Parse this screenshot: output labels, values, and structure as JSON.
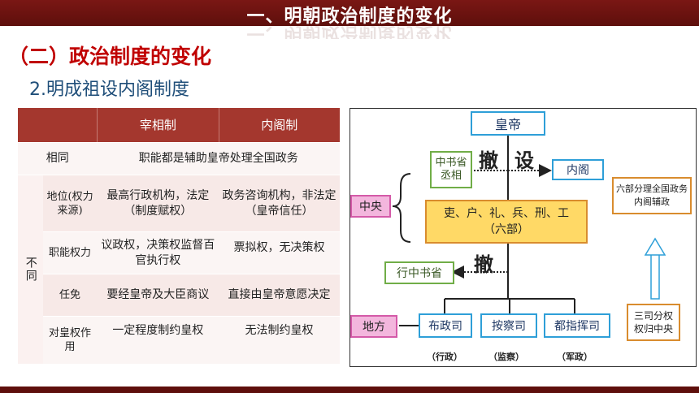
{
  "banner": {
    "title": "一、明朝政治制度的变化"
  },
  "section_title": "（二）政治制度的变化",
  "sub_title": "2.明成祖设内阁制度",
  "table": {
    "headers": [
      "",
      "",
      "宰相制",
      "内阁制"
    ],
    "same_label": "相同",
    "same_text": "职能都是辅助皇帝处理全国政务",
    "diff_label": "不同",
    "rows": [
      {
        "label": "地位(权力来源)",
        "a": "最高行政机构，法定（制度赋权）",
        "b": "政务咨询机构，非法定（皇帝信任）"
      },
      {
        "label": "职能权力",
        "a": "议政权，决策权监督百官执行权",
        "b": "票拟权，无决策权"
      },
      {
        "label": "任免",
        "a": "要经皇帝及大臣商议",
        "b": "直接由皇帝意愿决定"
      },
      {
        "label": "对皇权作用",
        "a": "一定程度制约皇权",
        "b": "无法制约皇权"
      }
    ]
  },
  "diagram": {
    "emperor": "皇帝",
    "zhongshu": "中书省丞相",
    "che1": "撤",
    "she": "设",
    "neige": "内阁",
    "center": "中央",
    "six_ministries_line1": "吏、户、礼、兵、刑、工",
    "six_ministries_line2": "（六部）",
    "che2": "撤",
    "xing_zhongshu": "行中书省",
    "local": "地方",
    "buzheng": "布政司",
    "ancha": "按察司",
    "duzhihui": "都指挥司",
    "buzheng_role": "（行政）",
    "ancha_role": "（监察）",
    "duzhihui_role": "（军政）",
    "note_top": "六部分理全国政务内阁辅政",
    "note_bottom": "三司分权权归中央"
  }
}
